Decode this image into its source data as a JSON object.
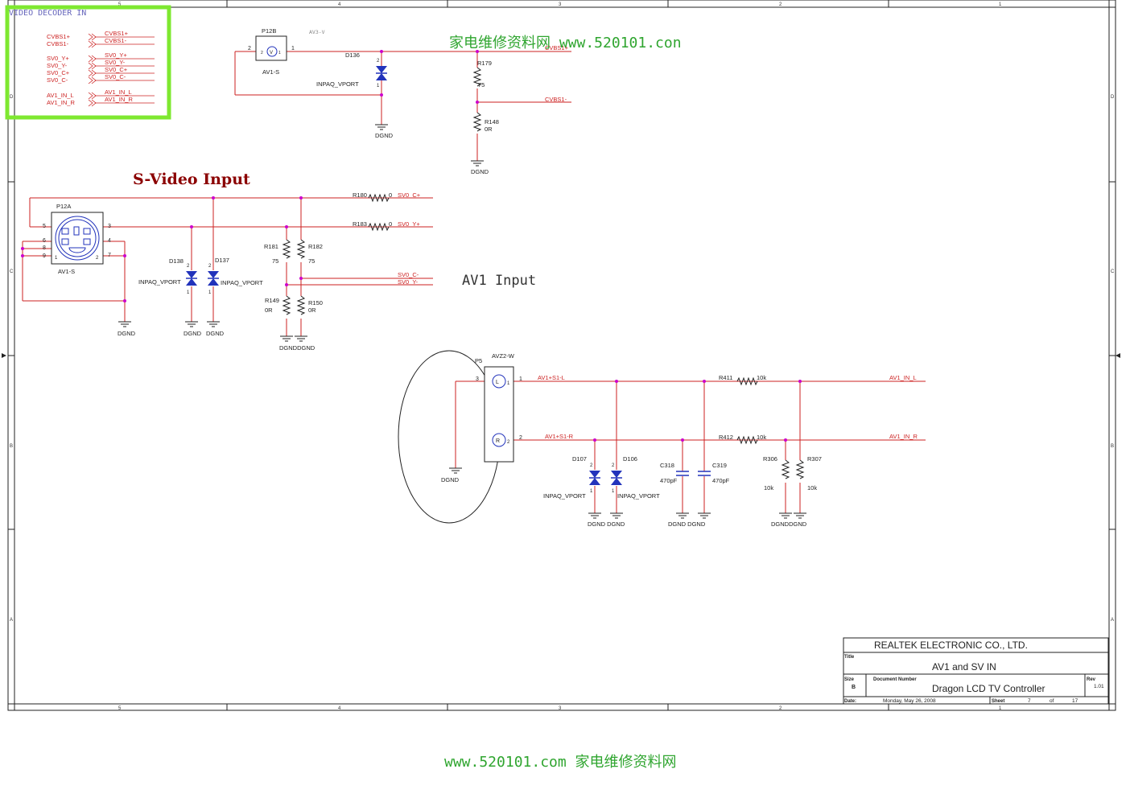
{
  "colors": {
    "wire": "#cc2222",
    "net": "#cc2222",
    "frame": "#222222",
    "diode": "#2233bb",
    "junction": "#cc00cc",
    "highlight": "#7ee830",
    "title_dark": "#8b0000",
    "watermark": "#2fa52f",
    "label_blue": "#6666bb"
  },
  "frame": {
    "top_zones": [
      "5",
      "4",
      "3",
      "2",
      "1"
    ],
    "bottom_zones": [
      "5",
      "4",
      "3",
      "2",
      "1"
    ],
    "left_zones": [
      "D",
      "C",
      "B",
      "A"
    ],
    "right_zones": [
      "D",
      "C",
      "B",
      "A"
    ]
  },
  "watermark": {
    "top": "家电维修资料网 www.520101.con",
    "bottom": "www.520101.com 家电维修资料网"
  },
  "decoder": {
    "title": "VIDEO DECODER IN",
    "left_labels": [
      "CVBS1+",
      "CVBS1-",
      "SV0_Y+",
      "SV0_Y-",
      "SV0_C+",
      "SV0_C-",
      "AV1_IN_L",
      "AV1_IN_R"
    ],
    "right_labels": [
      "CVBS1+",
      "CVBS1-",
      "SV0_Y+",
      "SV0_Y-",
      "SV0_C+",
      "SV0_C-",
      "AV1_IN_L",
      "AV1_IN_R"
    ]
  },
  "cvbs": {
    "connector": "P12B",
    "connector_sub": "AV1-S",
    "pin_left": "2",
    "pin_right": "1",
    "symbol": "V",
    "symbol_pin_l": "2",
    "symbol_pin_r": "1",
    "note": "AV3-V",
    "diode_ref": "D136",
    "diode_part": "INPAQ_VPORT",
    "diode_pin_top": "2",
    "diode_pin_bot": "1",
    "gnd": "DGND",
    "r_top_ref": "R179",
    "r_top_val": "75",
    "r_bot_ref": "R148",
    "r_bot_val": "0R",
    "gnd2": "DGND",
    "net_plus": "CVBS1+",
    "net_minus": "CVBS1-"
  },
  "svideo": {
    "title": "S-Video Input",
    "connector": "P12A",
    "connector_sub": "AV1-S",
    "pins_left": [
      "5",
      "6",
      "8",
      "9"
    ],
    "pins_right": [
      "3",
      "4",
      "7"
    ],
    "pins_inner": [
      "1",
      "2"
    ],
    "d138": "D138",
    "d137": "D137",
    "diode_part_a": "INPAQ_VPORT",
    "diode_part_b": "INPAQ_VPORT",
    "diode_pin_top": "2",
    "diode_pin_bot": "1",
    "r180": "R180",
    "r180_val": "0",
    "r183": "R183",
    "r183_val": "0",
    "r181": "R181",
    "r181_val": "75",
    "r182": "R182",
    "r182_val": "75",
    "r149": "R149",
    "r149_val": "0R",
    "r150": "R150",
    "r150_val": "0R",
    "net_c_plus": "SV0_C+",
    "net_y_plus": "SV0_Y+",
    "net_c_minus": "SV0_C-",
    "net_y_minus": "SV0_Y-",
    "gnd_a": "DGND",
    "gnd_b": "DGND",
    "gnd_c": "DGND",
    "gnd_d": "DGNDDGND"
  },
  "av1": {
    "title": "AV1  Input",
    "connector": "P5",
    "connector_part": "AVZ2-W",
    "pin3": "3",
    "pin1": "1",
    "pin2": "2",
    "sym_l": "L",
    "sym_r": "R",
    "sym_l_pin": "1",
    "sym_r_pin": "2",
    "gnd": "DGND",
    "net_l": "AV1+S1-L",
    "net_r": "AV1+S1-R",
    "r411": "R411",
    "r411_val": "10k",
    "r412": "R412",
    "r412_val": "10k",
    "out_l": "AV1_IN_L",
    "out_r": "AV1_IN_R",
    "d107": "D107",
    "d106": "D106",
    "diode_part_a": "INPAQ_VPORT",
    "diode_part_b": "INPAQ_VPORT",
    "diode_pin_top": "2",
    "diode_pin_bot": "1",
    "c318": "C318",
    "c318_val": "470pF",
    "c319": "C319",
    "c319_val": "470pF",
    "r306": "R306",
    "r306_val": "10k",
    "r307": "R307",
    "r307_val": "10k",
    "gnd_d": "DGND DGND",
    "gnd_c": "DGND DGND",
    "gnd_r": "DGNDDGND"
  },
  "title_block": {
    "company": "REALTEK  ELECTRONIC  CO.,  LTD.",
    "title_label": "Title",
    "title": "AV1 and SV  IN",
    "size_label": "Size",
    "size": "B",
    "doc_label": "Document Number",
    "doc_number": "Dragon LCD TV Controller",
    "rev_label": "Rev",
    "rev": "1.01",
    "date_label": "Date:",
    "date": "Monday, May 26, 2008",
    "sheet_label": "Sheet",
    "sheet": "7",
    "of_label": "of",
    "total": "17"
  }
}
